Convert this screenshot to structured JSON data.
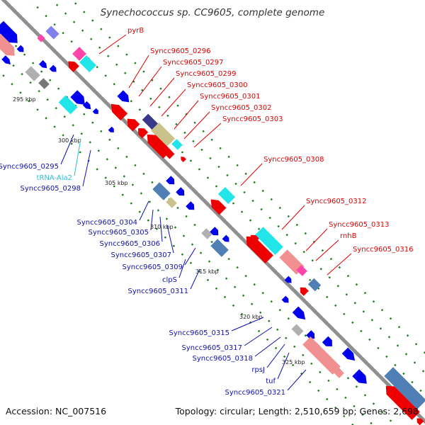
{
  "header": {
    "title": "Synechococcus sp. CC9605, complete genome"
  },
  "footer": {
    "accession": "Accession: NC_007516",
    "stats": "Topology: circular; Length: 2,510,659 bp; Genes: 2,698"
  },
  "colors": {
    "backbone": "#8f8f8f",
    "forward_blue": "#0000ee",
    "reverse_red": "#ee0000",
    "cyan": "#22e5ea",
    "salmon": "#f09090",
    "steel": "#4f7fb4",
    "khaki": "#c9c38b",
    "magenta": "#ff44aa",
    "violet": "#8080ee",
    "gray": "#b0b0b0",
    "navy": "#3a3a8a",
    "tick_green": "#1f7a1f",
    "label_red": "#dd0000",
    "label_blue": "#1111aa",
    "label_cyan": "#33bbcc"
  },
  "ticks": [
    "295 kbp",
    "300 kbp",
    "305 kbp",
    "310 kbp",
    "315 kbp",
    "320 kbp",
    "325 kbp"
  ],
  "red_labels": [
    "pyrB",
    "Syncc9605_0296",
    "Syncc9605_0297",
    "Syncc9605_0299",
    "Syncc9605_0300",
    "Syncc9605_0301",
    "Syncc9605_0302",
    "Syncc9605_0303",
    "Syncc9605_0308",
    "Syncc9605_0312",
    "Syncc9605_0313",
    "rnhB",
    "Syncc9605_0316"
  ],
  "blue_labels": [
    "Syncc9605_0295",
    "tRNA-Ala2",
    "Syncc9605_0298",
    "Syncc9605_0304",
    "Syncc9605_0305",
    "Syncc9605_0306",
    "Syncc9605_0307",
    "Syncc9605_0309",
    "clpS",
    "Syncc9605_0311",
    "Syncc9605_0315",
    "Syncc9605_0317",
    "Syncc9605_0318",
    "rpsJ",
    "tuf",
    "Syncc9605_0321"
  ]
}
